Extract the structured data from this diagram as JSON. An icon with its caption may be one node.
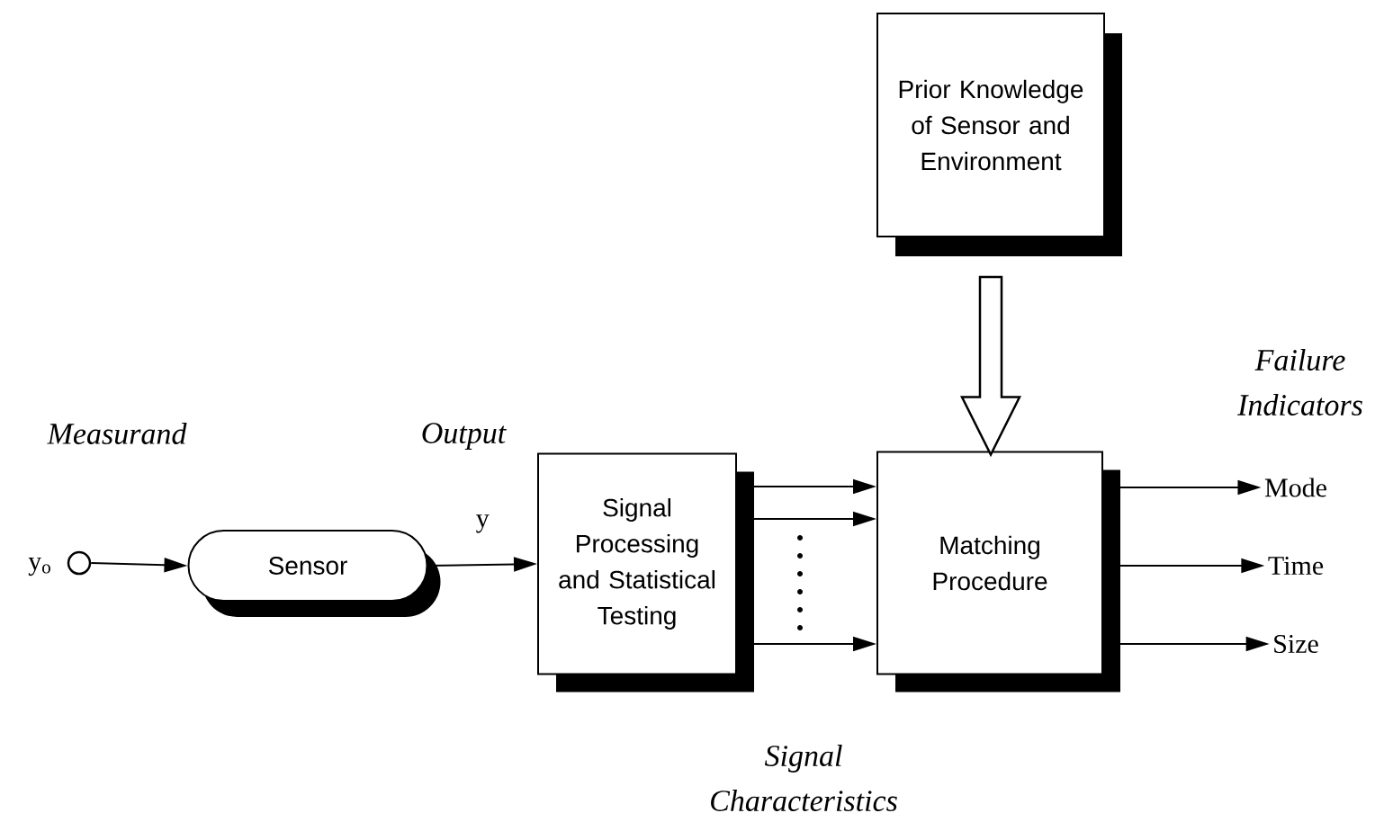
{
  "diagram": {
    "nodes": [
      {
        "text": [],
        "shape": "circle",
        "beside": [
          "y$_{o}$"
        ]
      },
      {
        "text": [
          "Sensor"
        ]
      },
      {
        "text": [
          "Signal Processing and Statistical Testing"
        ]
      },
      {
        "text": [
          "Prior Knowledge of Sensor and Environment"
        ]
      },
      {
        "text": [
          "Matching Procedure"
        ]
      },
      {
        "text": [
          "Mode"
        ]
      },
      {
        "text": [
          "Time"
        ]
      },
      {
        "text": [
          "Size"
        ]
      }
    ],
    "edges": [
      {
        "from": 0,
        "to": 1,
        "arrow": "to"
      },
      {
        "from": 1,
        "to": 2,
        "arrow": "to",
        "label": "y"
      },
      {
        "from": 2,
        "to": 4,
        "arrow": "to"
      },
      {
        "from": 2,
        "to": 4,
        "arrow": "to"
      },
      {
        "from": 2,
        "to": 4,
        "arrow": "to"
      },
      {
        "from": 3,
        "to": 4,
        "arrow": "to",
        "style": "thick"
      },
      {
        "from": 4,
        "to": 5,
        "arrow": "to"
      },
      {
        "from": 4,
        "to": 6,
        "arrow": "to"
      },
      {
        "from": 4,
        "to": 7,
        "arrow": "to"
      }
    ],
    "labels": [
      "Measurand",
      "Output",
      "Failure Indicators",
      "Signal Characteristics"
    ]
  }
}
